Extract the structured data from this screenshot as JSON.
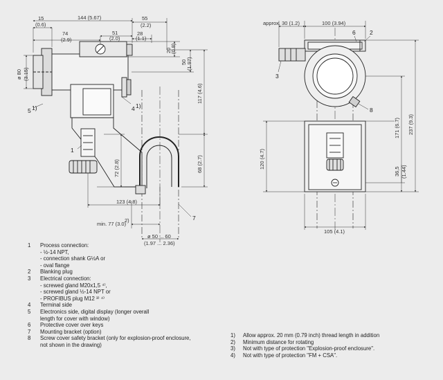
{
  "left_view": {
    "dims": {
      "d15": "15",
      "d15b": "(0.6)",
      "d144": "144 (5.67)",
      "d55": "55",
      "d55b": "(2.2)",
      "d74": "74",
      "d74b": "(2.9)",
      "d51": "51",
      "d51b": "(2.0)",
      "d28": "28",
      "d28b": "(1.1)",
      "d20": "20",
      "d20b": "(0.8)",
      "d50": "50",
      "d50b": "(1.97)",
      "d80": "ø 80",
      "d80b": "(3.15)",
      "d117": "117 (4.6)",
      "d68": "68 (2.7)",
      "d72": "72 (2.8)",
      "d123": "123 (4.8)",
      "dmin77": "min. 77 (3.0)",
      "dmin77sup": "2)",
      "dpipe": "ø 50 ... 60",
      "dpipe2": "(1.97 ... 2.36)"
    },
    "callouts": {
      "c1": "1",
      "c5": "5",
      "c5sup": "1)",
      "c4": "4",
      "c4sup": "1)",
      "c7": "7"
    }
  },
  "right_view": {
    "dims": {
      "approx30": "approx. 30 (1.2)",
      "d100": "100 (3.94)",
      "d171": "171 (6.7)",
      "d237": "237 (9.3)",
      "d120": "120 (4.7)",
      "d36": "36,5",
      "d36b": "(1.44)",
      "d105": "105 (4.1)"
    },
    "callouts": {
      "c6": "6",
      "c2": "2",
      "c3": "3",
      "c8": "8"
    }
  },
  "legend": [
    {
      "num": "1",
      "text": "Process connection:",
      "subs": [
        "- ½-14 NPT,",
        "- connection shank G½A or",
        "- oval flange"
      ]
    },
    {
      "num": "2",
      "text": "Blanking plug",
      "subs": []
    },
    {
      "num": "3",
      "text": "Electrical connection:",
      "subs": [
        "- screwed gland M20x1,5 ⁴⁾,",
        "- screwed gland ½-14 NPT or",
        "- PROFIBUS plug M12 ³⁾ ⁴⁾"
      ]
    },
    {
      "num": "4",
      "text": "Terminal side",
      "subs": []
    },
    {
      "num": "5",
      "text": "Electronics side, digital display (longer overall",
      "subs": [
        "length for cover with window)"
      ]
    },
    {
      "num": "6",
      "text": "Protective cover over keys",
      "subs": []
    },
    {
      "num": "7",
      "text": "Mounting bracket (option)",
      "subs": []
    },
    {
      "num": "8",
      "text": "Screw cover safety bracket (only for explosion-proof enclosure,",
      "subs": [
        "not shown in the drawing)"
      ]
    }
  ],
  "notes": [
    {
      "num": "1)",
      "text": "Allow approx. 20 mm (0.79 inch)  thread length in addition"
    },
    {
      "num": "2)",
      "text": "Minimum distance for rotating"
    },
    {
      "num": "3)",
      "text": "Not with type of protection \"Explosion-proof enclosure\"."
    },
    {
      "num": "4)",
      "text": "Not with type of protection \"FM + CSA\"."
    }
  ]
}
